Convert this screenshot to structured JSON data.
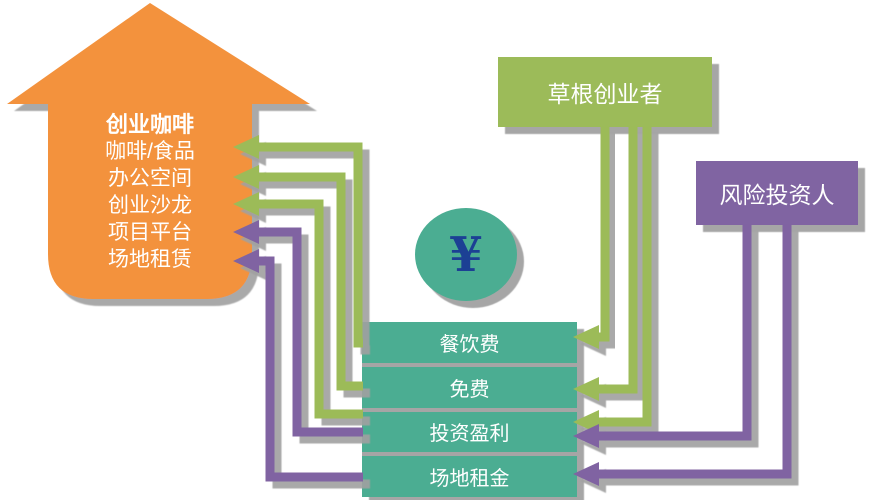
{
  "diagram": {
    "title_node": {
      "title": "创业咖啡",
      "services": [
        "咖啡/食品",
        "办公空间",
        "创业沙龙",
        "项目平台",
        "场地租赁"
      ]
    },
    "actors": {
      "grassroots": "草根创业者",
      "investor": "风险投资人"
    },
    "money": {
      "symbol": "¥"
    },
    "payments": {
      "rows": [
        "餐饮费",
        "免费",
        "投资盈利",
        "场地租金"
      ]
    },
    "colors": {
      "orange": "#F3923E",
      "green": "#9CBB59",
      "purple": "#8064A2",
      "teal": "#4BAD92",
      "yuan_blue": "#1C4094",
      "shadow_gray": "#A5A5A5",
      "text": "#FFFFFF"
    },
    "edges": [
      {
        "from": "餐饮费",
        "to": "咖啡/食品",
        "color": "green"
      },
      {
        "from": "免费",
        "to": "办公空间",
        "color": "green"
      },
      {
        "from": "投资盈利",
        "to": "创业沙龙",
        "color": "green"
      },
      {
        "from": "投资盈利",
        "to": "项目平台",
        "color": "purple"
      },
      {
        "from": "场地租金",
        "to": "场地租赁",
        "color": "purple"
      },
      {
        "from": "草根创业者",
        "to": "餐饮费",
        "color": "green"
      },
      {
        "from": "草根创业者",
        "to": "免费",
        "color": "green"
      },
      {
        "from": "草根创业者",
        "to": "投资盈利",
        "color": "green"
      },
      {
        "from": "风险投资人",
        "to": "投资盈利",
        "color": "purple"
      },
      {
        "from": "风险投资人",
        "to": "场地租金",
        "color": "purple"
      }
    ]
  }
}
